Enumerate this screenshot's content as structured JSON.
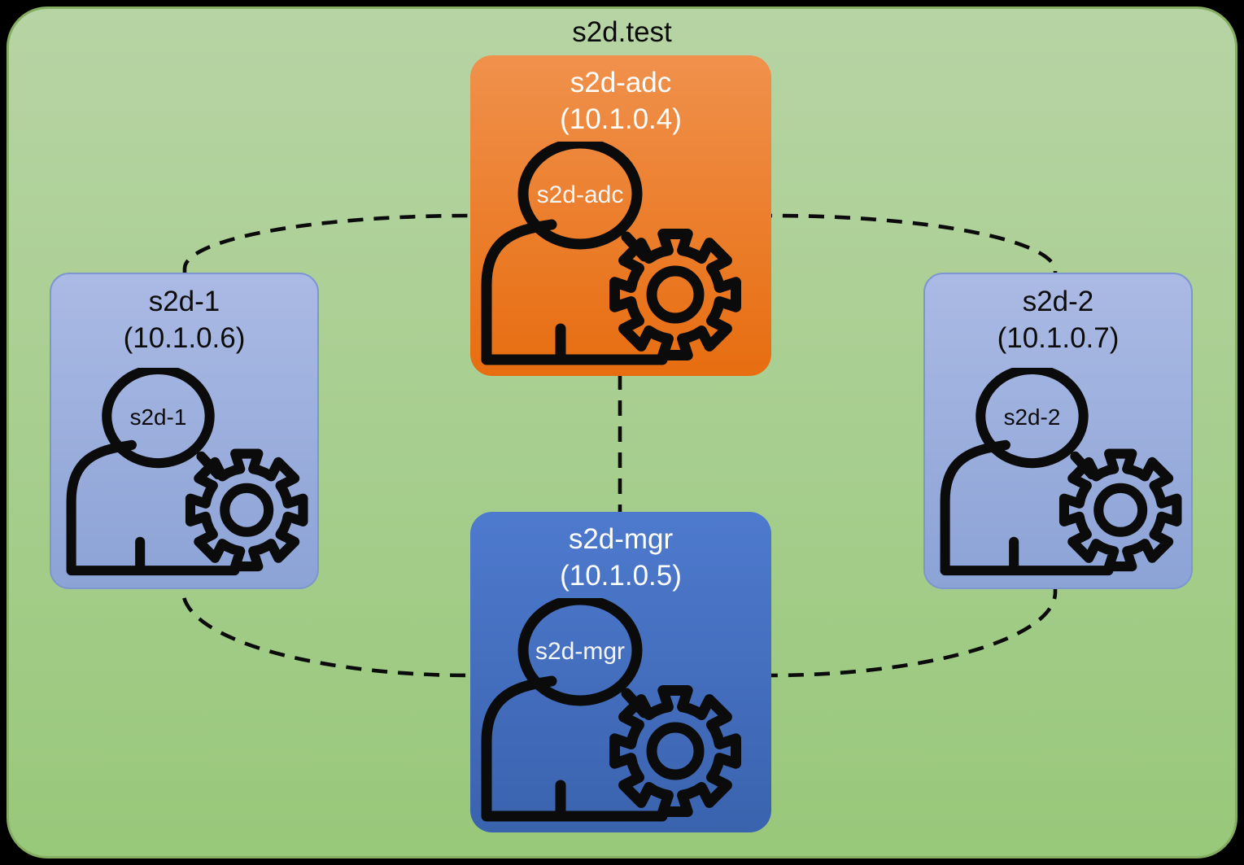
{
  "title": "s2d.test",
  "nodes": [
    {
      "name": "s2d-adc",
      "ip": "(10.1.0.4)",
      "head_label": "s2d-adc"
    },
    {
      "name": "s2d-1",
      "ip": "(10.1.0.6)",
      "head_label": "s2d-1"
    },
    {
      "name": "s2d-2",
      "ip": "(10.1.0.7)",
      "head_label": "s2d-2"
    },
    {
      "name": "s2d-mgr",
      "ip": "(10.1.0.5)",
      "head_label": "s2d-mgr"
    }
  ],
  "colors": {
    "background_top": "#b7d4a4",
    "background_bottom": "#98c87a",
    "canvas_border": "#85ae62",
    "adc_top": "#f0914c",
    "adc_bottom": "#e76d10",
    "mgr_top": "#4e7ace",
    "mgr_bottom": "#3a63ae",
    "member_top": "#abbae4",
    "member_bottom": "#8ca3d6",
    "member_border": "#7e96d0",
    "line": "#0b0b0b"
  }
}
